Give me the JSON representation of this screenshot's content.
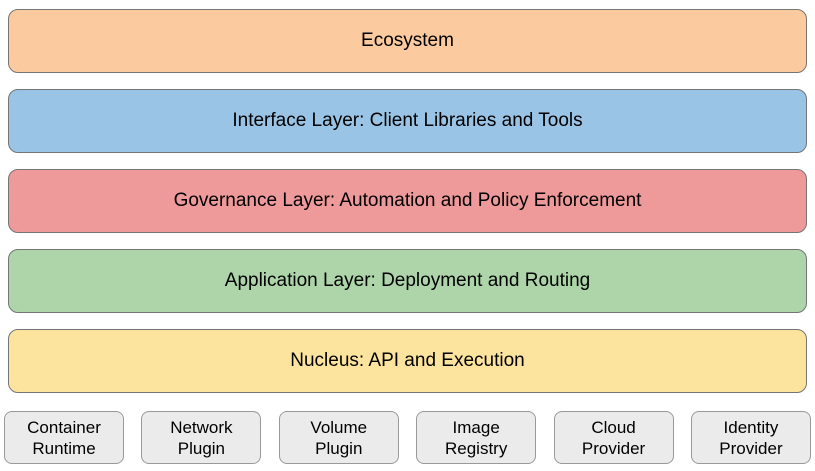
{
  "diagram": {
    "layers": [
      {
        "name": "ecosystem",
        "label": "Ecosystem",
        "fill": "#fbcb9f"
      },
      {
        "name": "interface",
        "label": "Interface Layer: Client Libraries and Tools",
        "fill": "#9ac4e6"
      },
      {
        "name": "governance",
        "label": "Governance Layer: Automation and Policy Enforcement",
        "fill": "#ee999a"
      },
      {
        "name": "application",
        "label": "Application Layer: Deployment and Routing",
        "fill": "#add5a9"
      },
      {
        "name": "nucleus",
        "label": "Nucleus: API and Execution",
        "fill": "#fde49e"
      }
    ],
    "providers": [
      {
        "name": "container-runtime",
        "label": "Container Runtime",
        "fill": "#ebebeb"
      },
      {
        "name": "network-plugin",
        "label": "Network Plugin",
        "fill": "#ebebeb"
      },
      {
        "name": "volume-plugin",
        "label": "Volume Plugin",
        "fill": "#ebebeb"
      },
      {
        "name": "image-registry",
        "label": "Image Registry",
        "fill": "#ebebeb"
      },
      {
        "name": "cloud-provider",
        "label": "Cloud Provider",
        "fill": "#ebebeb"
      },
      {
        "name": "identity-provider",
        "label": "Identity Provider",
        "fill": "#ebebeb"
      }
    ],
    "colors": {
      "background": "#ffffff",
      "text": "#000000",
      "layer_border": "#757575",
      "provider_border": "#999999"
    }
  }
}
